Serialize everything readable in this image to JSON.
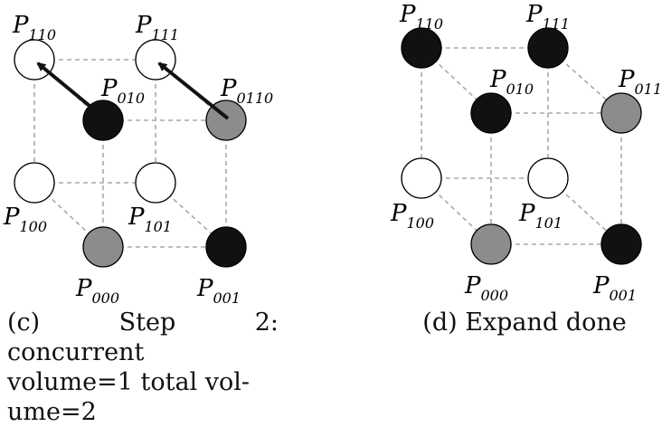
{
  "panels": [
    {
      "id": "c",
      "caption": "(c) Step 2: concurrent volume=1 total vol-ume=2",
      "caption_lines": [
        "(c) Step 2: concurrent",
        "volume=1 total vol-",
        "ume=2"
      ],
      "nodes": [
        {
          "key": "110",
          "label": "P",
          "sub": "110",
          "fill": "white"
        },
        {
          "key": "111",
          "label": "P",
          "sub": "111",
          "fill": "white"
        },
        {
          "key": "010",
          "label": "P",
          "sub": "010",
          "fill": "black"
        },
        {
          "key": "011",
          "label": "P",
          "sub": "0110",
          "fill": "gray"
        },
        {
          "key": "100",
          "label": "P",
          "sub": "100",
          "fill": "white"
        },
        {
          "key": "101",
          "label": "P",
          "sub": "101",
          "fill": "white"
        },
        {
          "key": "000",
          "label": "P",
          "sub": "000",
          "fill": "gray"
        },
        {
          "key": "001",
          "label": "P",
          "sub": "001",
          "fill": "black"
        }
      ],
      "arrows": [
        {
          "from": "010",
          "to": "110"
        },
        {
          "from": "011",
          "to": "111"
        }
      ]
    },
    {
      "id": "d",
      "caption": "(d) Expand done",
      "caption_lines": [
        "(d) Expand done"
      ],
      "nodes": [
        {
          "key": "110",
          "label": "P",
          "sub": "110",
          "fill": "black"
        },
        {
          "key": "111",
          "label": "P",
          "sub": "111",
          "fill": "black"
        },
        {
          "key": "010",
          "label": "P",
          "sub": "010",
          "fill": "black"
        },
        {
          "key": "011",
          "label": "P",
          "sub": "011",
          "fill": "gray"
        },
        {
          "key": "100",
          "label": "P",
          "sub": "100",
          "fill": "white"
        },
        {
          "key": "101",
          "label": "P",
          "sub": "101",
          "fill": "white"
        },
        {
          "key": "000",
          "label": "P",
          "sub": "000",
          "fill": "gray"
        },
        {
          "key": "001",
          "label": "P",
          "sub": "001",
          "fill": "black"
        }
      ],
      "arrows": []
    }
  ],
  "colors": {
    "black": "#111111",
    "gray": "#8c8c8c",
    "white": "#ffffff",
    "edge": "#a8a8a8"
  }
}
